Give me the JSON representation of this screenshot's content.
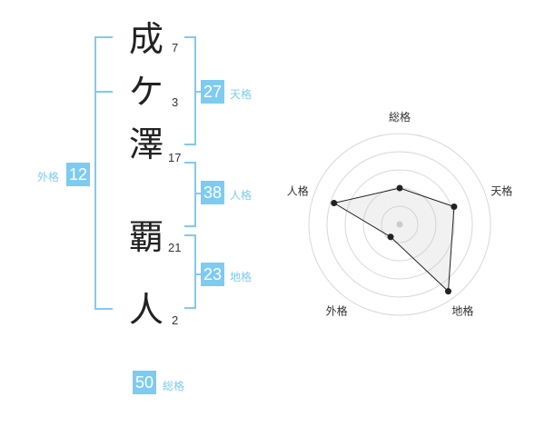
{
  "characters": [
    {
      "char": "成",
      "strokes": "7"
    },
    {
      "char": "ケ",
      "strokes": "3"
    },
    {
      "char": "澤",
      "strokes": "17"
    },
    {
      "char": "覇",
      "strokes": "21"
    },
    {
      "char": "人",
      "strokes": "2"
    }
  ],
  "fortunes": {
    "tenkaku": {
      "value": "27",
      "label": "天格"
    },
    "jinkaku": {
      "value": "38",
      "label": "人格"
    },
    "chikaku": {
      "value": "23",
      "label": "地格"
    },
    "gaikaku": {
      "value": "12",
      "label": "外格"
    },
    "soukaku": {
      "value": "50",
      "label": "総格"
    }
  },
  "colors": {
    "accent": "#7ecbf2",
    "text": "#222222"
  },
  "chart_data": {
    "type": "radar",
    "axes": [
      "総格",
      "天格",
      "地格",
      "外格",
      "人格"
    ],
    "values": [
      0.4,
      0.63,
      0.91,
      0.17,
      0.76
    ],
    "rings": 5
  }
}
